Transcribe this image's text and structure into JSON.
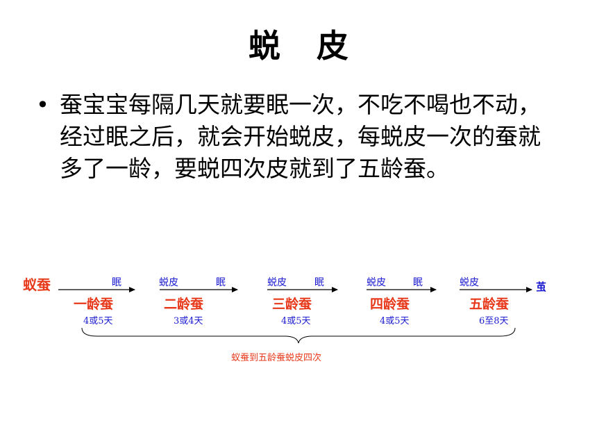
{
  "title": {
    "part1": "蜕",
    "part2": "皮"
  },
  "bullet": "蚕宝宝每隔几天就要眠一次，不吃不喝也不动，经过眠之后，就会开始蜕皮，每蜕皮一次的蚕就多了一龄，要蜕四次皮就到了五龄蚕。",
  "diagram": {
    "start": "蚁蚕",
    "end": "茧",
    "brace_label": "蚁蚕到五龄蚕蜕皮四次",
    "stages": [
      {
        "name": "一龄蚕",
        "before": "",
        "after": "眠",
        "days": "4或5天"
      },
      {
        "name": "二龄蚕",
        "before": "蜕皮",
        "after": "眠",
        "days": "3或4天"
      },
      {
        "name": "三龄蚕",
        "before": "蜕皮",
        "after": "眠",
        "days": "4或5天"
      },
      {
        "name": "四龄蚕",
        "before": "蜕皮",
        "after": "眠",
        "days": "4或5天"
      },
      {
        "name": "五龄蚕",
        "before": "蜕皮",
        "after": "",
        "days": "6至8天"
      }
    ],
    "colors": {
      "stage": "#e8381a",
      "annotation": "#1a1ad0",
      "line": "#000000"
    }
  }
}
